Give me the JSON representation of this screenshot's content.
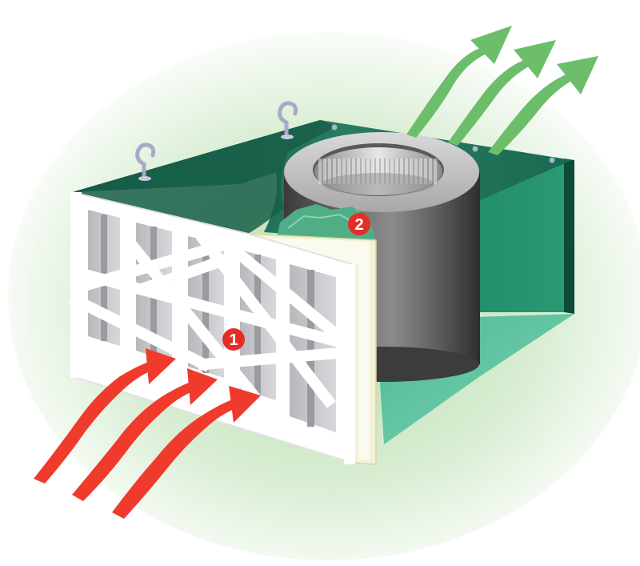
{
  "diagram": {
    "markers": [
      {
        "label": "1",
        "part": "pre-filter",
        "color": "#e52d27"
      },
      {
        "label": "2",
        "part": "main-filter",
        "color": "#e52d27"
      }
    ],
    "arrows": {
      "intake": {
        "semantic": "dirty-air-in",
        "color": "#ef3a2c",
        "count": 3
      },
      "exhaust": {
        "semantic": "clean-air-out",
        "color": "#6cbe6a",
        "count": 3
      }
    },
    "colors": {
      "housing_dark": "#0f5a45",
      "housing_mid": "#1f8a66",
      "housing_floor": "#6cc9ac",
      "cylinder": "#5a5a5a",
      "filter_frame": "#ffffff",
      "filter_media": "#c9c9cc",
      "background_glow": "#cfe8c6"
    }
  }
}
